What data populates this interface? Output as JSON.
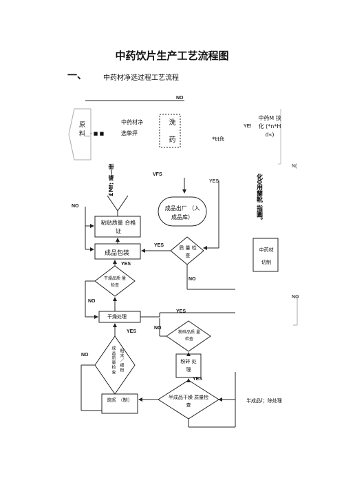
{
  "title": "中药饮片生产工艺流程图",
  "section": {
    "number": "一、",
    "title": "中药材净选过程工艺流程"
  },
  "labels": {
    "no_top": "NO",
    "raw_material": "原料",
    "raw_material_code": "__- ■ ■",
    "tcm_wash_prep": "中药材净 选挚抨",
    "wash": "洗 药",
    "ttft": "*ttft",
    "yes_cut": "YE!",
    "tcm_mid": "中药M 挟化 (*n*H d«)",
    "ne_right": "N(",
    "left_garble": "£Mf; 綦—冊",
    "vfs": "VFS",
    "yes_right": "YES",
    "side_text": "化0用蘭靴 指圖。",
    "no_left1": "NO",
    "product_out": "成品出厂 （入成品库）",
    "sticker": "粘贴质量 合格证",
    "packaging": "成品包装",
    "yes_pack": "YES",
    "quality_check": "质 量 检查",
    "tcm_cut": "中药材 切制",
    "yes_dry_top": "YES",
    "dry_check": "干燥品质 量检查",
    "no_qc": "NO",
    "no_left2": "NO",
    "no_right2": "NO",
    "yes_mid": "YES",
    "dry_process": "干燥处理",
    "no_crush": "NO",
    "crush_check": "粉碎品质 量检查",
    "yes_finished": "YES",
    "finished_check": "成品质量检查",
    "crush_extra": "粗末／细粉",
    "no_left3": "NO",
    "crush_process": "粉碎 处理",
    "yes_half": "YES",
    "prep": "炮炙 （制）",
    "half_dry_check": "半成品干燥 质量检查",
    "half_process": "半成品I；除处理"
  }
}
